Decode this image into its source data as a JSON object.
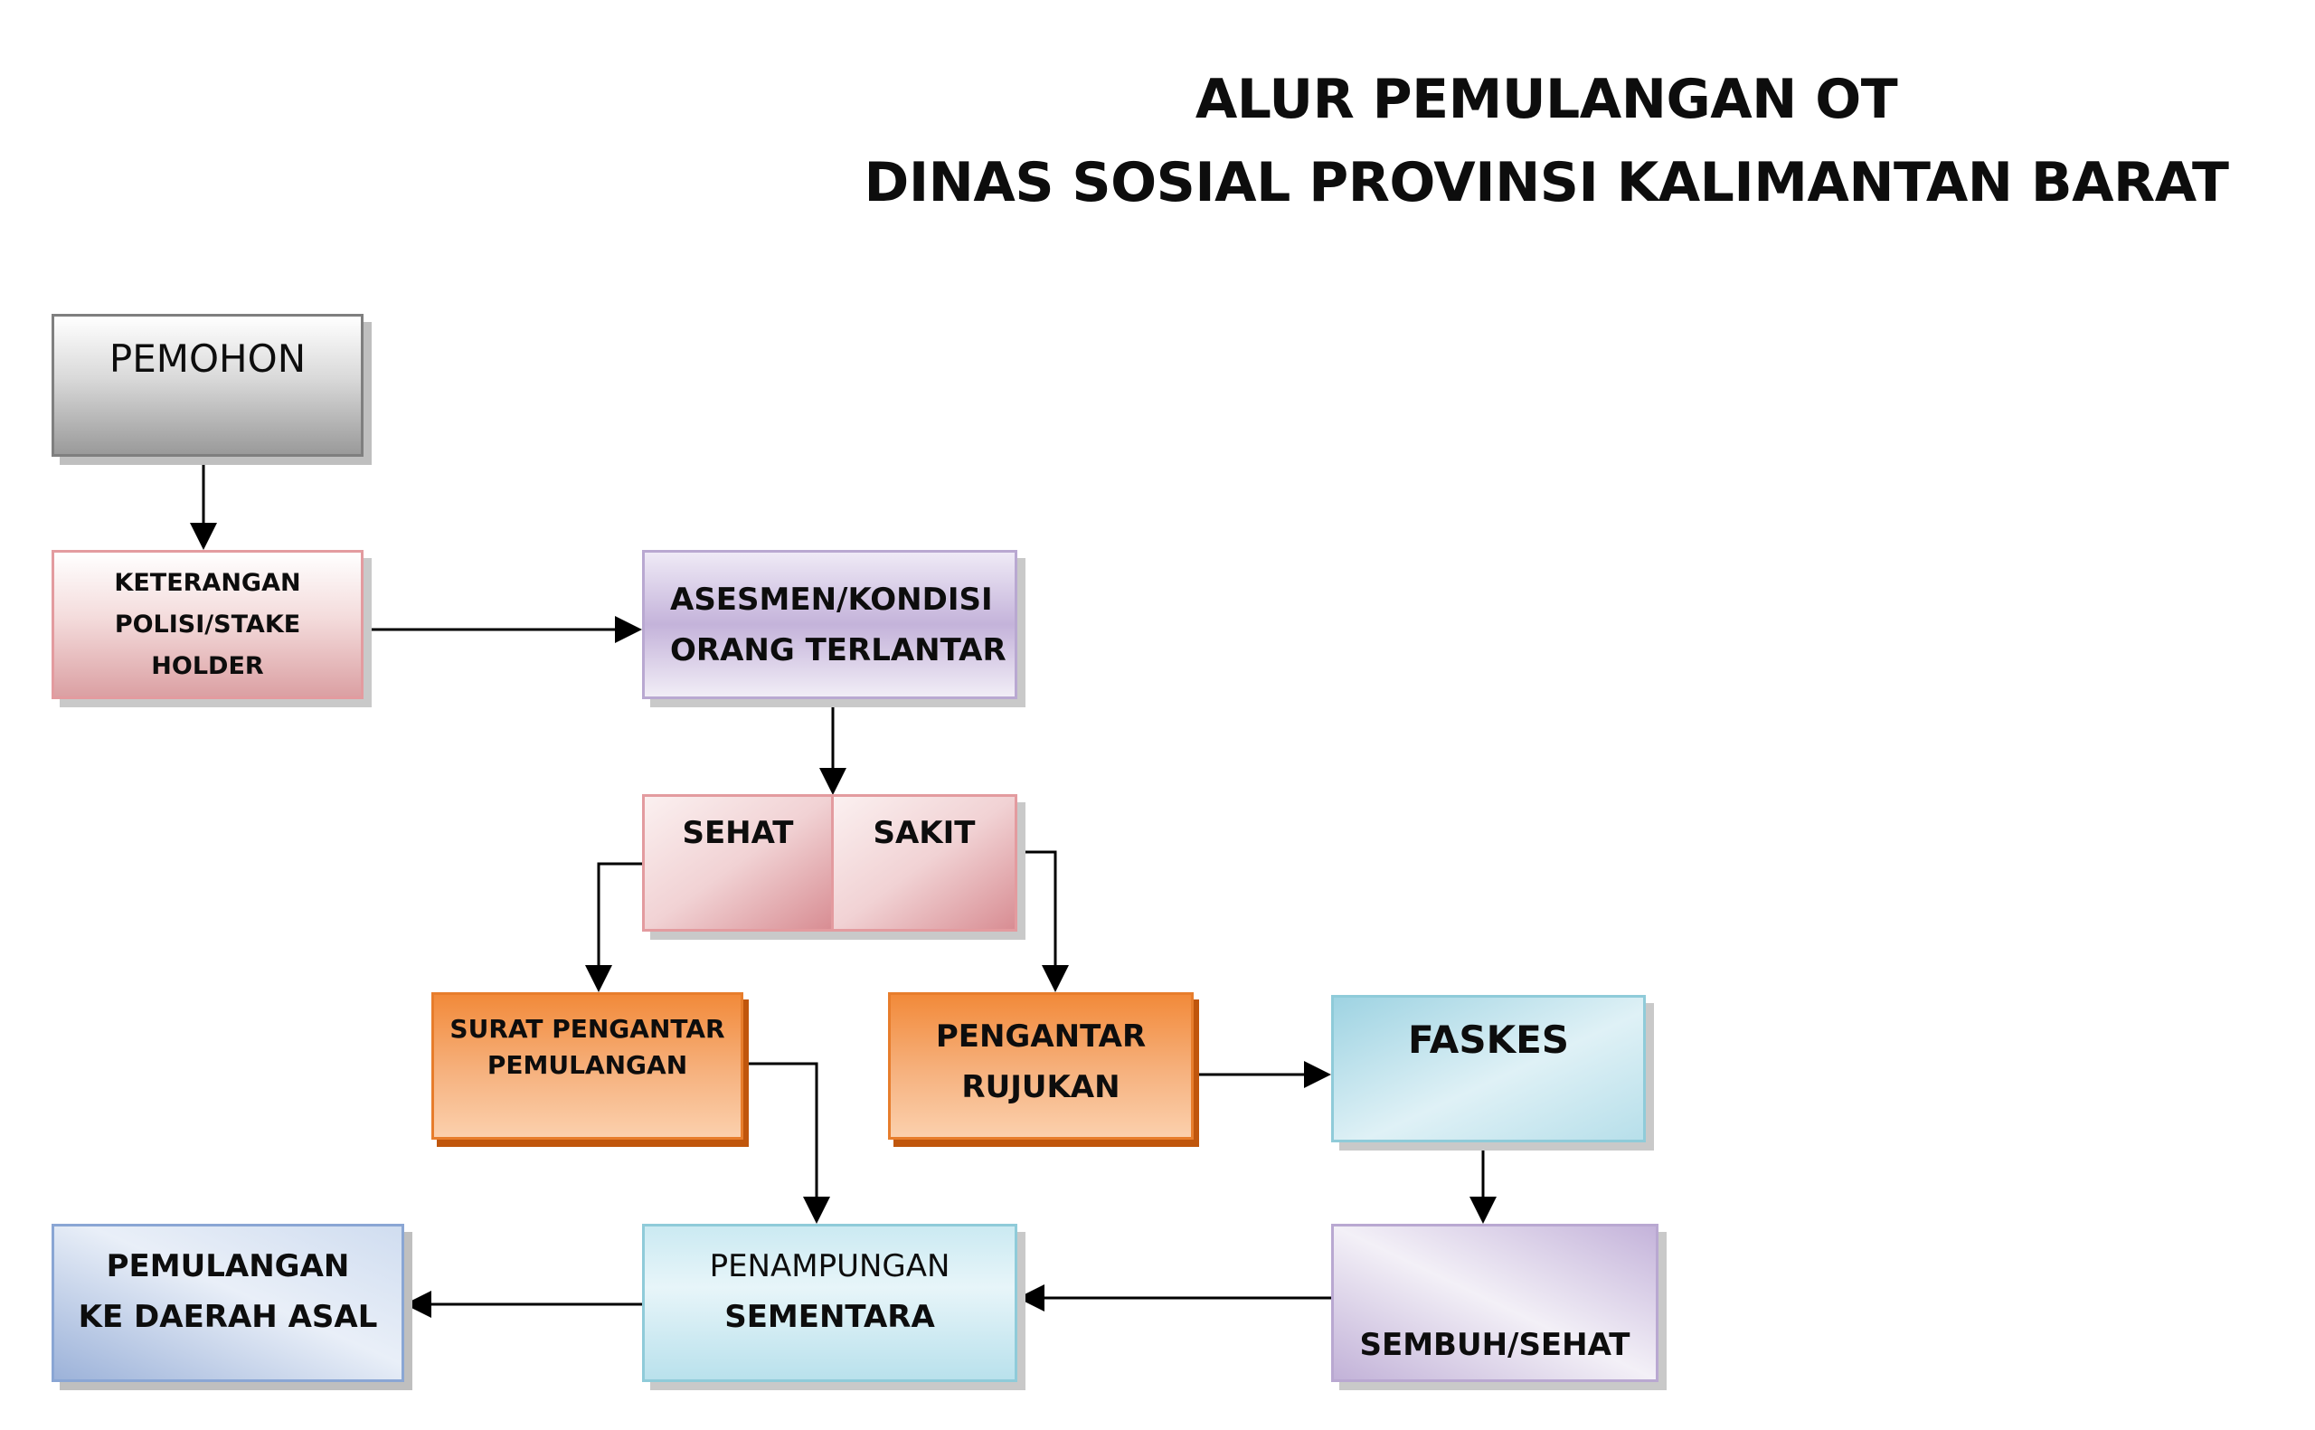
{
  "title": {
    "line1": "ALUR PEMULANGAN OT",
    "line2": "DINAS SOSIAL PROVINSI KALIMANTAN BARAT"
  },
  "nodes": {
    "pemohon": {
      "label": "PEMOHON"
    },
    "keterangan": {
      "lines": [
        "KETERANGAN",
        "POLISI/STAKE",
        "HOLDER"
      ]
    },
    "asesmen": {
      "lines": [
        "ASESMEN/KONDISI",
        "ORANG TERLANTAR"
      ]
    },
    "sehat": {
      "label": "SEHAT"
    },
    "sakit": {
      "label": "SAKIT"
    },
    "surat": {
      "lines": [
        "SURAT PENGANTAR",
        "PEMULANGAN"
      ]
    },
    "rujukan": {
      "lines": [
        "PENGANTAR",
        "RUJUKAN"
      ]
    },
    "faskes": {
      "label": "FASKES"
    },
    "sembuh": {
      "label": "SEMBUH/SEHAT"
    },
    "penampungan": {
      "lines": [
        "PENAMPUNGAN",
        "SEMENTARA"
      ]
    },
    "pemulangan": {
      "lines": [
        "PEMULANGAN",
        "KE DAERAH ASAL"
      ]
    }
  },
  "edges": [
    {
      "from": "pemohon",
      "to": "keterangan"
    },
    {
      "from": "keterangan",
      "to": "asesmen"
    },
    {
      "from": "asesmen",
      "to": "sehat-sakit"
    },
    {
      "from": "sehat",
      "to": "surat"
    },
    {
      "from": "sakit",
      "to": "rujukan"
    },
    {
      "from": "rujukan",
      "to": "faskes"
    },
    {
      "from": "faskes",
      "to": "sembuh"
    },
    {
      "from": "surat",
      "to": "penampungan"
    },
    {
      "from": "sembuh",
      "to": "penampungan"
    },
    {
      "from": "penampungan",
      "to": "pemulangan"
    }
  ],
  "colors": {
    "line": "#000000",
    "gray": "#9a9a9a",
    "pink": "#dba0a3",
    "purple": "#c4b3da",
    "orange": "#f28a3a",
    "cyan": "#9ed3e2",
    "blue": "#9cb2d9"
  }
}
